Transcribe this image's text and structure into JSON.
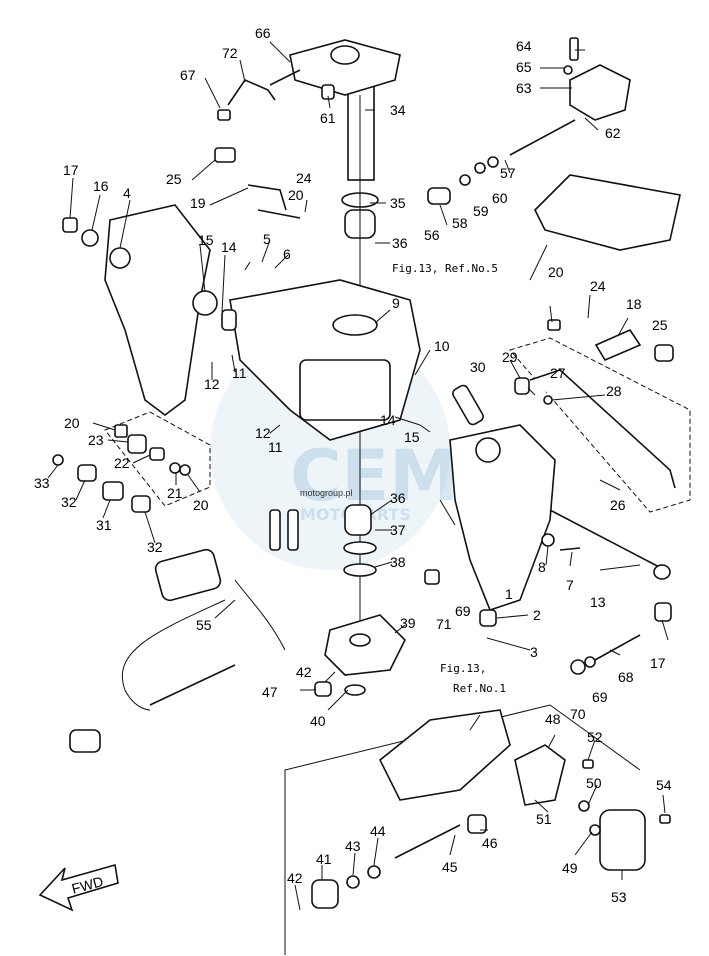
{
  "labels": {
    "l1": "1",
    "l2": "2",
    "l3": "3",
    "l4": "4",
    "l5": "5",
    "l6": "6",
    "l7": "7",
    "l8": "8",
    "l9": "9",
    "l10": "10",
    "l11a": "11",
    "l11b": "11",
    "l12a": "12",
    "l12b": "12",
    "l13": "13",
    "l14a": "14",
    "l14b": "14",
    "l15a": "15",
    "l15b": "15",
    "l16": "16",
    "l17a": "17",
    "l17b": "17",
    "l18": "18",
    "l19": "19",
    "l20a": "20",
    "l20b": "20",
    "l20c": "20",
    "l20d": "20",
    "l21": "21",
    "l22": "22",
    "l23": "23",
    "l24a": "24",
    "l24b": "24",
    "l25a": "25",
    "l25b": "25",
    "l26": "26",
    "l27": "27",
    "l28": "28",
    "l29": "29",
    "l30": "30",
    "l31": "31",
    "l32a": "32",
    "l32b": "32",
    "l33": "33",
    "l34": "34",
    "l35": "35",
    "l36a": "36",
    "l36b": "36",
    "l37": "37",
    "l38": "38",
    "l39": "39",
    "l40": "40",
    "l41": "41",
    "l42a": "42",
    "l42b": "42",
    "l43": "43",
    "l44": "44",
    "l45": "45",
    "l46": "46",
    "l47": "47",
    "l48": "48",
    "l49": "49",
    "l50": "50",
    "l51": "51",
    "l52": "52",
    "l53": "53",
    "l54": "54",
    "l55": "55",
    "l56": "56",
    "l57": "57",
    "l58": "58",
    "l59": "59",
    "l60": "60",
    "l61": "61",
    "l62": "62",
    "l63": "63",
    "l64": "64",
    "l65": "65",
    "l66": "66",
    "l67": "67",
    "l68": "68",
    "l69a": "69",
    "l69b": "69",
    "l70": "70",
    "l71": "71",
    "l72": "72"
  },
  "refs": {
    "fig13_ref5": "Fig.13, Ref.No.5",
    "fig13_ref1_line1": "Fig.13,",
    "fig13_ref1_line2": "Ref.No.1"
  },
  "fwd_label": "FWD",
  "watermark": {
    "brand": "CEM",
    "sub": "MOTOPARTS",
    "small": "motogroup.pl"
  }
}
